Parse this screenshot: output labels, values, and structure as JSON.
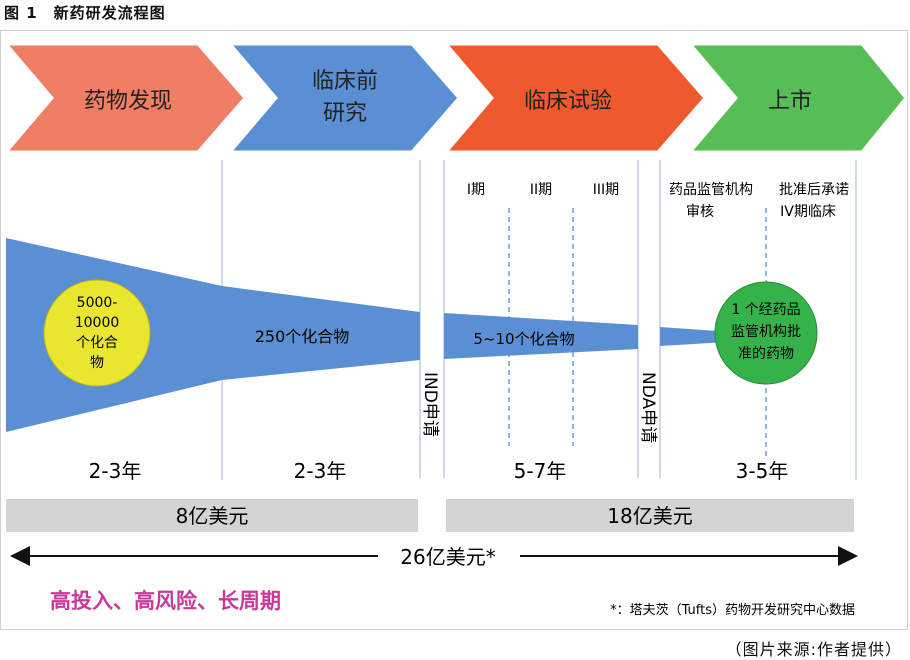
{
  "figure_title": "图 1　新药研发流程图",
  "stages": [
    {
      "line1": "药物发现",
      "line2": "",
      "color": "#ef7e64"
    },
    {
      "line1": "临床前",
      "line2": "研究",
      "color": "#5b8fd3"
    },
    {
      "line1": "临床试验",
      "line2": "",
      "color": "#ee5a2e"
    },
    {
      "line1": "上市",
      "line2": "",
      "color": "#57bd55"
    }
  ],
  "phases": {
    "p1": "I期",
    "p2": "II期",
    "p3": "III期"
  },
  "review": {
    "line1": "药品监管机构",
    "line2": "审核"
  },
  "post": {
    "line1": "批准后承诺",
    "line2": "IV期临床"
  },
  "circle_left": {
    "lines": [
      "5000-",
      "10000",
      "个化合",
      "物"
    ],
    "color": "#e9e630"
  },
  "circle_right": {
    "lines": [
      "1 个经药品",
      "监管机构批",
      "准的药物"
    ],
    "color": "#35b34a"
  },
  "funnel_labels": {
    "a": "250个化合物",
    "b": "5~10个化合物"
  },
  "funnel_color": "#5b8fd3",
  "ind": "IND申请",
  "nda": "NDA申请",
  "durations": [
    "2-3年",
    "2-3年",
    "5-7年",
    "3-5年"
  ],
  "costs": {
    "early": "8亿美元",
    "late": "18亿美元",
    "total": "26亿美元*"
  },
  "tagline": {
    "text": "高投入、高风险、长周期",
    "color": "#c9399c"
  },
  "footnote": "*：塔夫茨（Tufts）药物开发研究中心数据",
  "source": "（图片来源:作者提供）"
}
